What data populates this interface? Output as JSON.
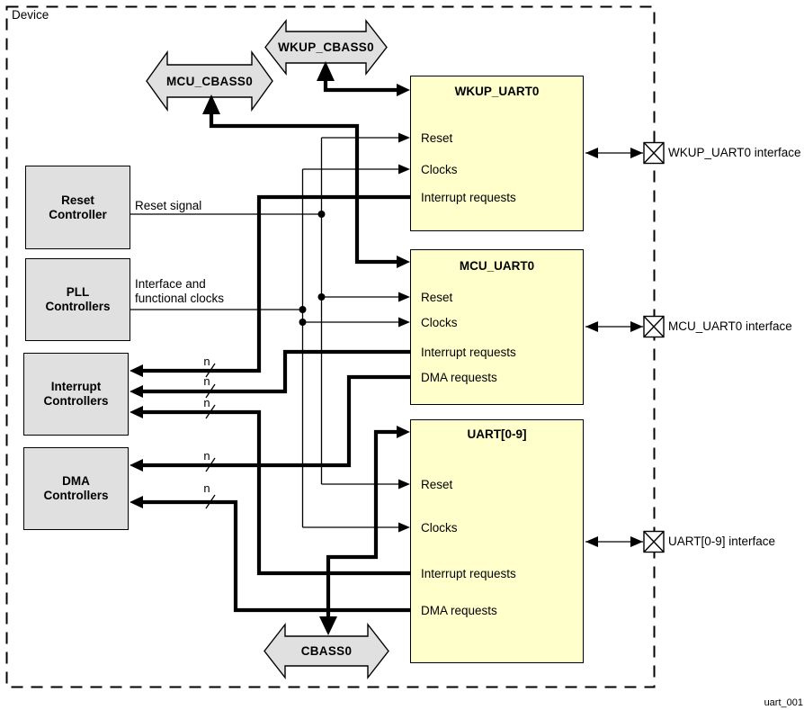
{
  "device": {
    "label": "Device"
  },
  "figure_id": "uart_001",
  "colors": {
    "uart_block_fill": "#ffffcc",
    "controller_fill": "#e0e0e0",
    "interconnect_fill": "#e0e0e0",
    "line": "#000000"
  },
  "interconnects": [
    {
      "label": "MCU_CBASS0"
    },
    {
      "label": "WKUP_CBASS0"
    },
    {
      "label": "CBASS0"
    }
  ],
  "controllers": [
    {
      "line1": "Reset",
      "line2": "Controller"
    },
    {
      "line1": "PLL",
      "line2": "Controllers"
    },
    {
      "line1": "Interrupt",
      "line2": "Controllers"
    },
    {
      "line1": "DMA",
      "line2": "Controllers"
    }
  ],
  "uart_blocks": [
    {
      "title": "WKUP_UART0",
      "signals": [
        "Reset",
        "Clocks",
        "Interrupt requests"
      ]
    },
    {
      "title": "MCU_UART0",
      "signals": [
        "Reset",
        "Clocks",
        "Interrupt requests",
        "DMA requests"
      ]
    },
    {
      "title": "UART[0-9]",
      "signals": [
        "Reset",
        "Clocks",
        "Interrupt requests",
        "DMA requests"
      ]
    }
  ],
  "interfaces": [
    {
      "label": "WKUP_UART0 interface"
    },
    {
      "label": "MCU_UART0 interface"
    },
    {
      "label": "UART[0-9] interface"
    }
  ],
  "wire_labels": {
    "reset_signal": "Reset signal",
    "clocks_line1": "Interface and",
    "clocks_line2": "functional clocks",
    "bus_width": "n"
  }
}
